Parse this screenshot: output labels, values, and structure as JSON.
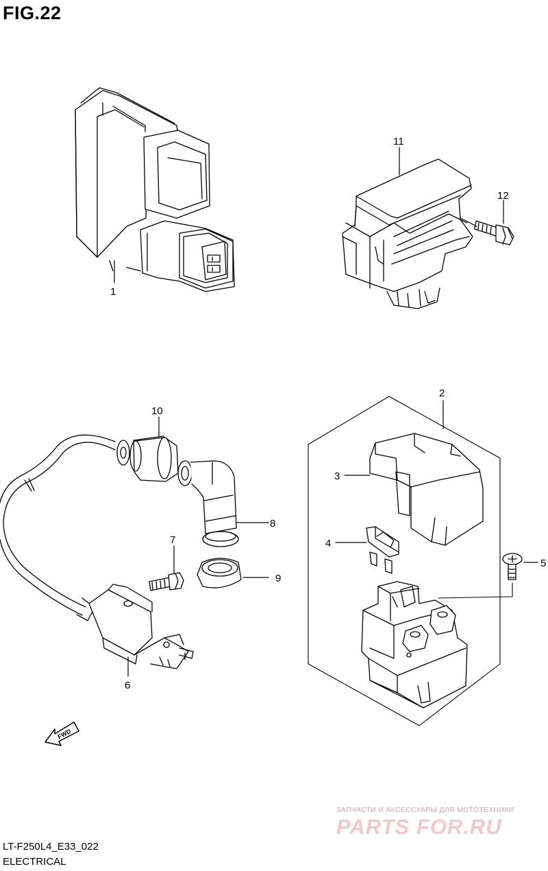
{
  "figure": {
    "title": "FIG.22"
  },
  "callouts": [
    {
      "id": "1",
      "label": "1"
    },
    {
      "id": "2",
      "label": "2"
    },
    {
      "id": "3",
      "label": "3"
    },
    {
      "id": "4",
      "label": "4"
    },
    {
      "id": "5",
      "label": "5"
    },
    {
      "id": "6",
      "label": "6"
    },
    {
      "id": "7",
      "label": "7"
    },
    {
      "id": "8",
      "label": "8"
    },
    {
      "id": "9",
      "label": "9"
    },
    {
      "id": "10",
      "label": "10"
    },
    {
      "id": "11",
      "label": "11"
    },
    {
      "id": "12",
      "label": "12"
    }
  ],
  "direction_arrow": {
    "label": "FWD"
  },
  "watermark": {
    "tagline": "ЗАПЧАСТИ И АКСЕССУАРЫ ДЛЯ МОТОТЕХНИКИ",
    "logo": "PARTS FOR.RU",
    "color": "#e8a0aa"
  },
  "footer": {
    "model_code": "LT-F250L4_E33_022",
    "section": "ELECTRICAL"
  }
}
